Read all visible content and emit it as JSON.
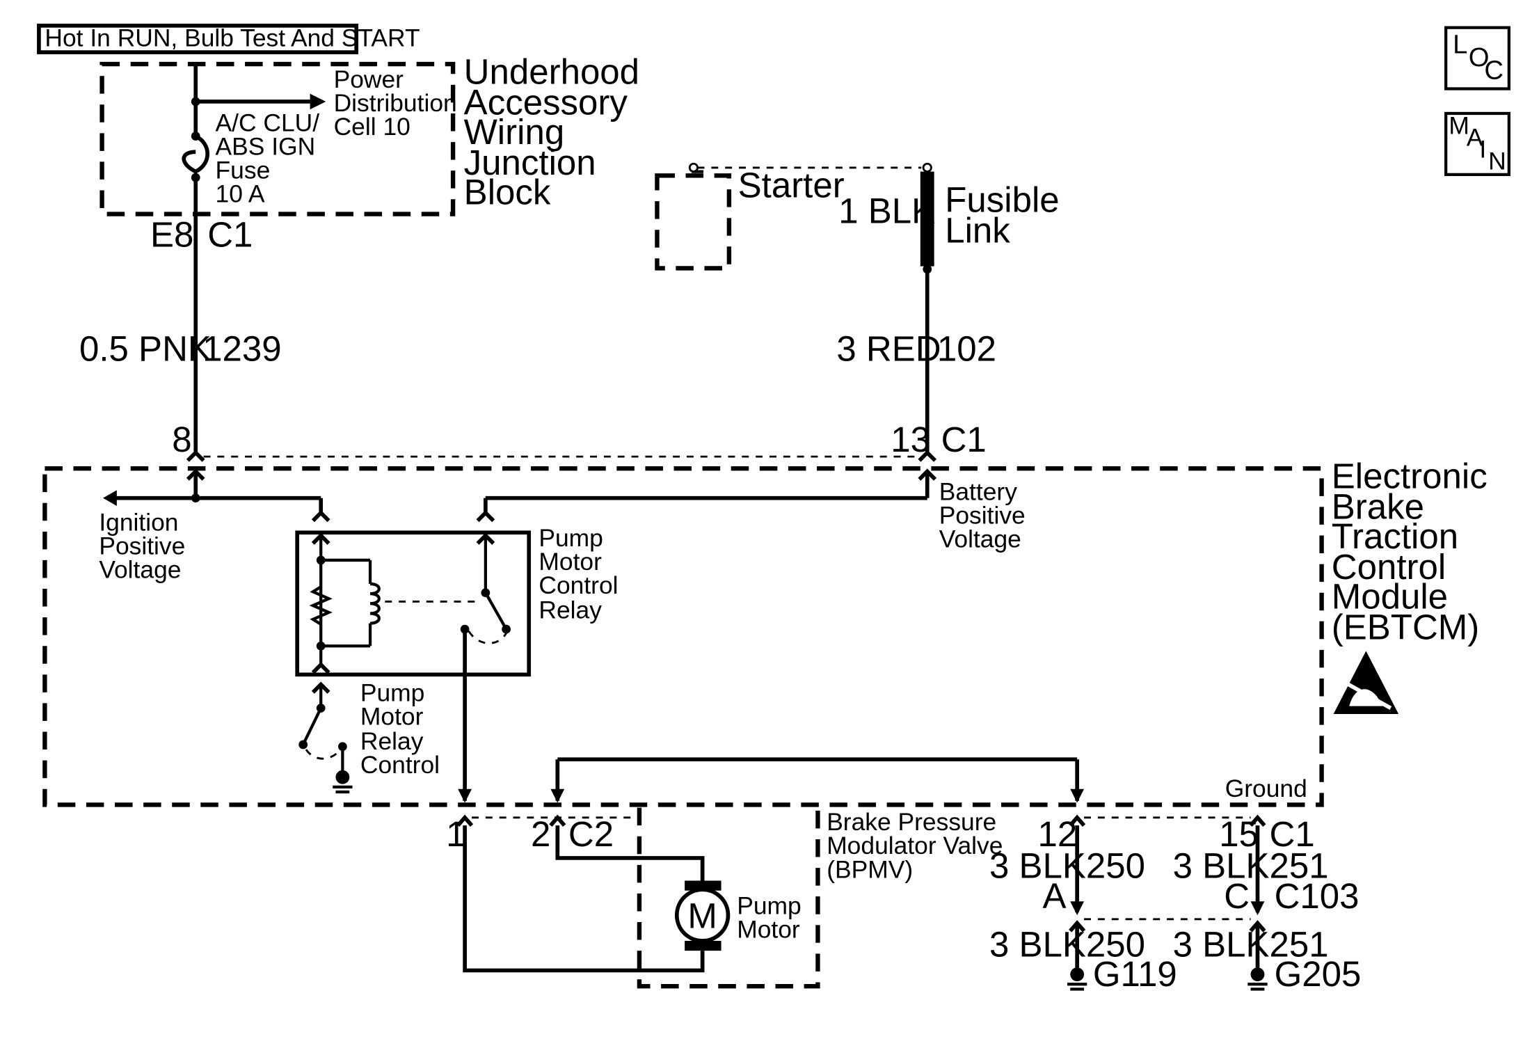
{
  "header": {
    "power_label": "Hot In RUN, Bulb Test And START",
    "loc_button": [
      "L",
      "O",
      "C"
    ],
    "main_button": [
      "M",
      "A",
      "I",
      "N"
    ]
  },
  "junction_block": {
    "title": [
      "Underhood",
      "Accessory",
      "Wiring",
      "Junction",
      "Block"
    ],
    "power_dist": [
      "Power",
      "Distribution",
      "Cell 10"
    ],
    "fuse": [
      "A/C CLU/",
      "ABS IGN",
      "Fuse",
      "10 A"
    ],
    "pin": "E8",
    "connector": "C1"
  },
  "ign_wire": {
    "gauge_color": "0.5 PNK",
    "circuit": "1239",
    "pin": "8"
  },
  "starter": {
    "label": "Starter",
    "wire": "1 BLK"
  },
  "fusible_link": {
    "label": [
      "Fusible",
      "Link"
    ]
  },
  "bat_wire": {
    "gauge_color": "3 RED",
    "circuit": "102",
    "pin": "13",
    "connector": "C1"
  },
  "ebtcm": {
    "title": [
      "Electronic",
      "Brake",
      "Traction",
      "Control",
      "Module",
      "(EBTCM)"
    ],
    "ignition_voltage": [
      "Ignition",
      "Positive",
      "Voltage"
    ],
    "battery_voltage": [
      "Battery",
      "Positive",
      "Voltage"
    ],
    "relay": [
      "Pump",
      "Motor",
      "Control",
      "Relay"
    ],
    "relay_control": [
      "Pump",
      "Motor",
      "Relay",
      "Control"
    ],
    "ground_label": "Ground",
    "esd_icon": "esd-warning-icon"
  },
  "bpmv": {
    "title": [
      "Brake Pressure",
      "Modulator Valve",
      "(BPMV)"
    ],
    "pin1": "1",
    "pin2": "2",
    "connector": "C2",
    "motor_symbol": "M",
    "motor_label": [
      "Pump",
      "Motor"
    ]
  },
  "ground_left": {
    "pin": "12",
    "wire": "3 BLK",
    "circuit": "250",
    "c103_pin": "A",
    "wire2": "3 BLK",
    "circuit2": "250",
    "ground": "G119"
  },
  "ground_right": {
    "pin": "15",
    "connector": "C1",
    "wire": "3 BLK",
    "circuit": "251",
    "c103_pin": "C",
    "c103": "C103",
    "wire2": "3 BLK",
    "circuit2": "251",
    "ground": "G205"
  }
}
